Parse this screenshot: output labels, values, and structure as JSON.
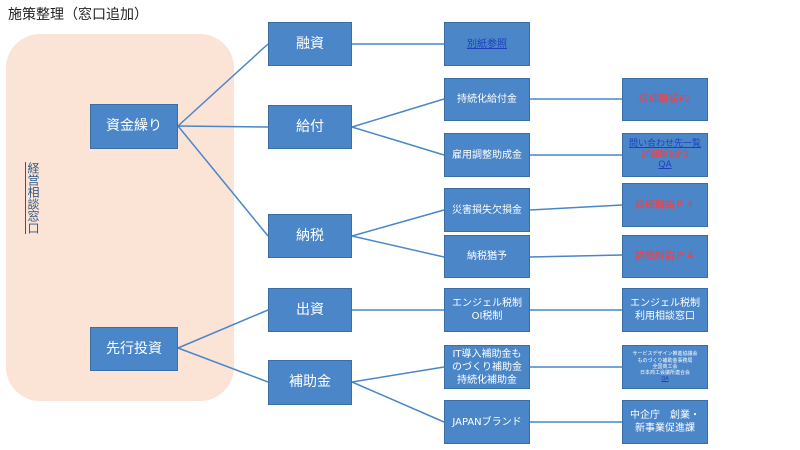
{
  "title": "施策整理（窓口追加）",
  "side_label": "経営相談窓口",
  "categories": {
    "shikin": "資金繰り",
    "senko": "先行投資"
  },
  "level2": {
    "yushi": "融資",
    "kyufu": "給付",
    "nozei": "納税",
    "shusshi": "出資",
    "hojo": "補助金"
  },
  "level3": {
    "besshi": "別紙参照",
    "jizoku": "持続化給付金",
    "koyo": "雇用調整助成金",
    "saigai": "災害損失欠損金",
    "yuyo": "納税猶予",
    "angel": "エンジェル税制\nOI税制",
    "it": "IT導入補助金も\nのづくり補助金\n持続化補助金",
    "japan": "JAPANブランド"
  },
  "level4": {
    "p2": "詳細解説P2",
    "p3_link": "問い合わせ先一覧",
    "p3_red": "詳細解説P3",
    "p3_qa": "QA",
    "p4a": "詳細解説Ｐ４",
    "p4b": "詳細解説Ｐ４",
    "angel_consult": "エンジェル税制\n利用相談窓口",
    "service_design": "サービスデザイン推進協議会\nものづくり補助金事務局\n全国商工会\n日本商工会議所連合会",
    "service_qa": "QA",
    "chusho": "中企庁　創業・\n新事業促進課"
  }
}
